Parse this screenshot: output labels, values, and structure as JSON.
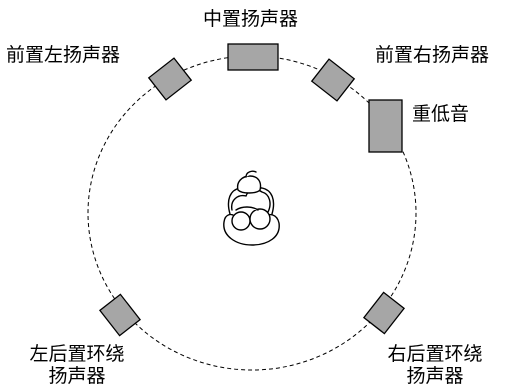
{
  "labels": {
    "center": "中置扬声器",
    "front_left": "前置左扬声器",
    "front_right": "前置右扬声器",
    "subwoofer": "重低音",
    "rear_left_line1": "左后置环绕",
    "rear_left_line2": "扬声器",
    "rear_right_line1": "右后置环绕",
    "rear_right_line2": "扬声器"
  },
  "colors": {
    "speaker_fill": "#a6a6a6",
    "outline": "#000000",
    "background": "#ffffff"
  },
  "icons": {
    "listener": "listener-person-icon"
  }
}
